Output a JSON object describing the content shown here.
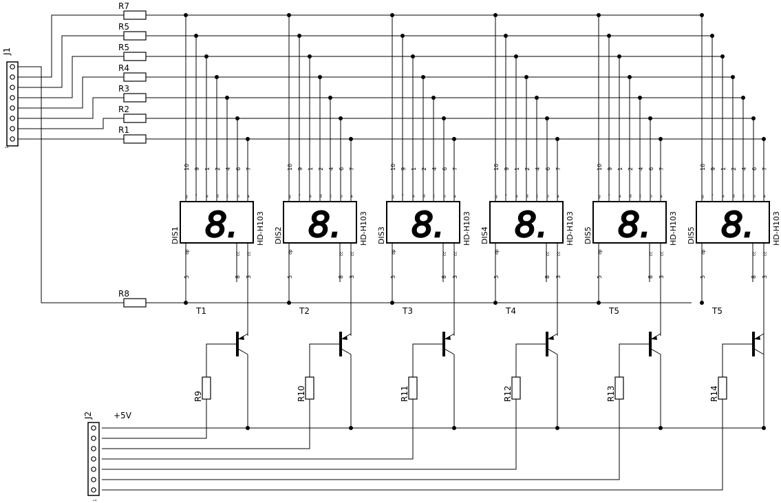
{
  "connectors": {
    "j1": {
      "label": "J1",
      "pin1": "1"
    },
    "j2": {
      "label": "J2",
      "pin1": "1"
    }
  },
  "supply_label": "+5V",
  "segment_resistors": [
    "R7",
    "R5",
    "R5",
    "R4",
    "R3",
    "R2",
    "R1"
  ],
  "dp_resistor": "R8",
  "top_pins": [
    "10",
    "9",
    "1",
    "2",
    "4",
    "6",
    "7"
  ],
  "top_segments": [
    "g",
    "f",
    "e",
    "d",
    "c",
    "b",
    "a"
  ],
  "bottom_left_pin": "5",
  "bottom_left_segment": "dp",
  "bottom_right_pins": [
    "8",
    "3"
  ],
  "bottom_right_segments": [
    "cc",
    "cc"
  ],
  "digit_glyph": "8.",
  "displays": [
    {
      "name": "DIS1",
      "part": "HD-H103",
      "transistor": "T1",
      "base_resistor": "R9"
    },
    {
      "name": "DIS2",
      "part": "HD-H103",
      "transistor": "T2",
      "base_resistor": "R10"
    },
    {
      "name": "DIS3",
      "part": "HD-H103",
      "transistor": "T3",
      "base_resistor": "R11"
    },
    {
      "name": "DIS4",
      "part": "HD-H103",
      "transistor": "T4",
      "base_resistor": "R12"
    },
    {
      "name": "DIS5",
      "part": "HD-H103",
      "transistor": "T5",
      "base_resistor": "R13"
    },
    {
      "name": "DIS5",
      "part": "HD-H103",
      "transistor": "T5",
      "base_resistor": "R14"
    }
  ]
}
